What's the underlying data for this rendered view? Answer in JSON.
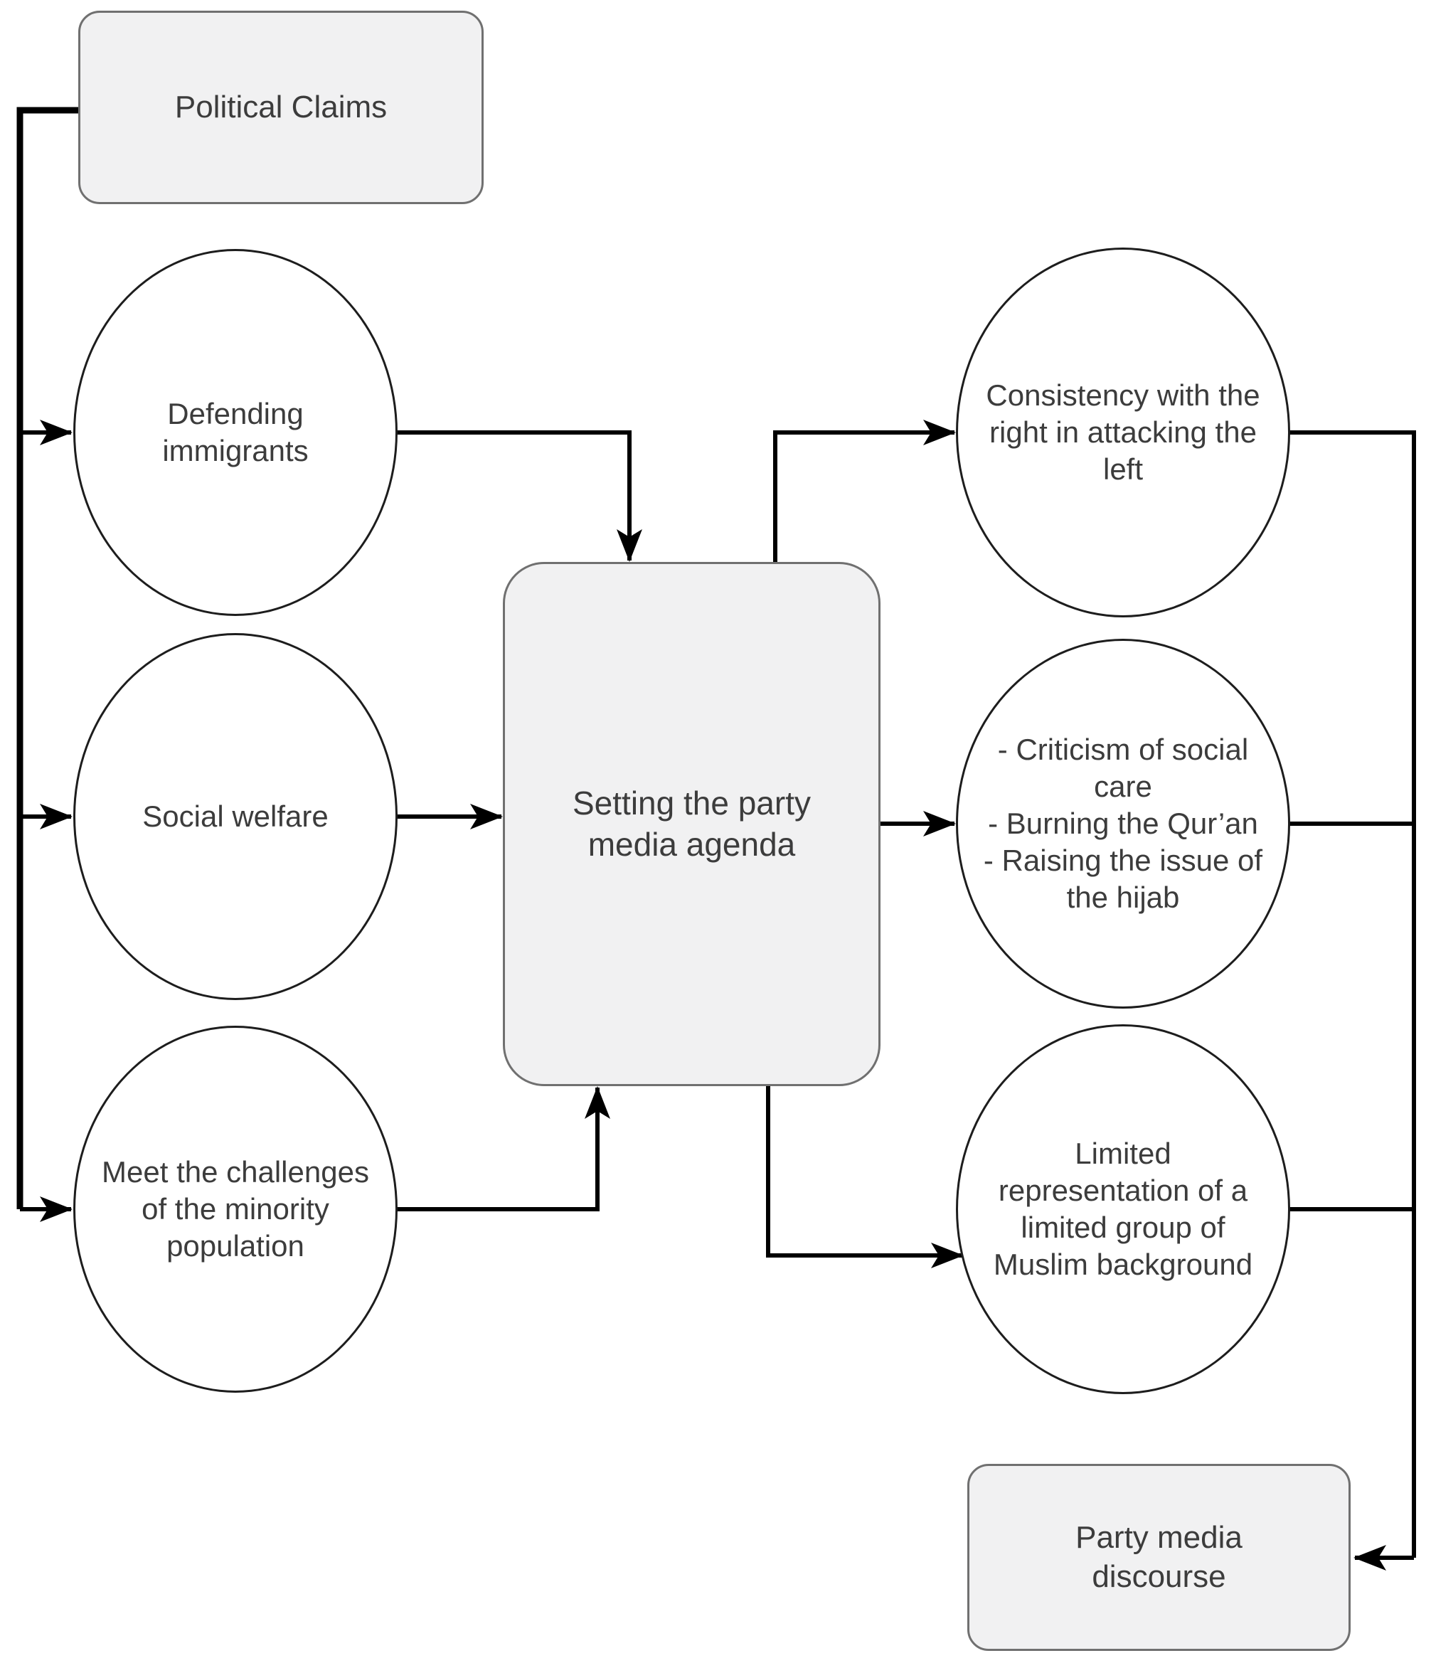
{
  "figure": {
    "type": "flowchart",
    "colors": {
      "background": "#ffffff",
      "terminal_fill": "#f1f1f2",
      "terminal_border": "#707070",
      "ellipse_fill": "#ffffff",
      "ellipse_border": "#1d1d1d",
      "connector": "#000000",
      "text": "#3c3c3c"
    },
    "nodes": {
      "political_claims": "Political Claims",
      "defending_immigrants": "Defending\nimmigrants",
      "social_welfare": "Social welfare",
      "meet_challenges": "Meet the challenges\nof the minority\npopulation",
      "setting_agenda": "Setting the party\nmedia agenda",
      "consistency": "Consistency with the\nright in attacking the\nleft",
      "criticisms": "- Criticism of social\ncare\n- Burning the Qur’an\n- Raising the issue of\nthe hijab",
      "limited_representation": "Limited\nrepresentation of a\nlimited group of\nMuslim background",
      "party_media_discourse": "Party media\ndiscourse"
    },
    "edges": [
      "political_claims -> defending_immigrants",
      "political_claims -> social_welfare",
      "political_claims -> meet_challenges",
      "defending_immigrants -> setting_agenda",
      "social_welfare -> setting_agenda",
      "meet_challenges -> setting_agenda",
      "setting_agenda -> consistency",
      "setting_agenda -> criticisms",
      "setting_agenda -> limited_representation",
      "consistency -> party_media_discourse",
      "criticisms -> party_media_discourse",
      "limited_representation -> party_media_discourse"
    ]
  }
}
